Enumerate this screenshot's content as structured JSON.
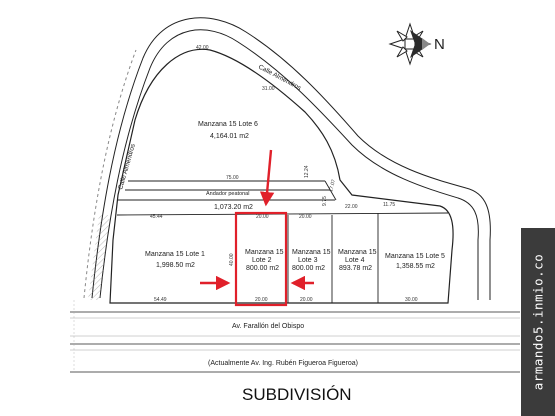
{
  "compass": {
    "label": "N",
    "icon": "north-arrow-icon"
  },
  "streets": {
    "almendros_top": "Calle Almendros",
    "almendros_side": "Calle Almendros",
    "avenue": "Av. Farallón del Obispo",
    "avenue_note": "(Actualmente Av. Ing. Rubén Figueroa Figueroa)"
  },
  "lots": {
    "lote6": {
      "name": "Manzana 15 Lote 6",
      "area": "4,164.01 m2"
    },
    "andador": {
      "name": "Andador peatonal",
      "area": "1,073.20 m2"
    },
    "lote1": {
      "name": "Manzana 15 Lote 1",
      "area": "1,998.50 m2"
    },
    "lote2": {
      "name_a": "Manzana 15",
      "name_b": "Lote 2",
      "area": "800.00 m2"
    },
    "lote3": {
      "name_a": "Manzana 15",
      "name_b": "Lote 3",
      "area": "800.00 m2"
    },
    "lote4": {
      "name_a": "Manzana 15",
      "name_b": "Lote 4",
      "area": "893.78 m2"
    },
    "lote5": {
      "name": "Manzana 15 Lote 5",
      "area": "1,358.55 m2"
    }
  },
  "dimensions": {
    "d42": "42.00",
    "d31": "31.00",
    "d75": "75.00",
    "d45_44": "45.44",
    "d20_top": "20.00",
    "d20_top3": "20.00",
    "d22": "22.00",
    "d54_49": "54.49",
    "d20_bot": "20.00",
    "d20_bot3": "20.00",
    "d30": "30.00",
    "d40": "40.00",
    "d17_07": "17.07",
    "d12_24": "12.24",
    "d11_75": "11.75",
    "d9_75": "9.75"
  },
  "title": "SUBDIVISIÓN",
  "watermark": "armando5.inmio.co",
  "colors": {
    "highlight": "#e0202a",
    "lines": "#222222",
    "hatch": "#777777"
  }
}
